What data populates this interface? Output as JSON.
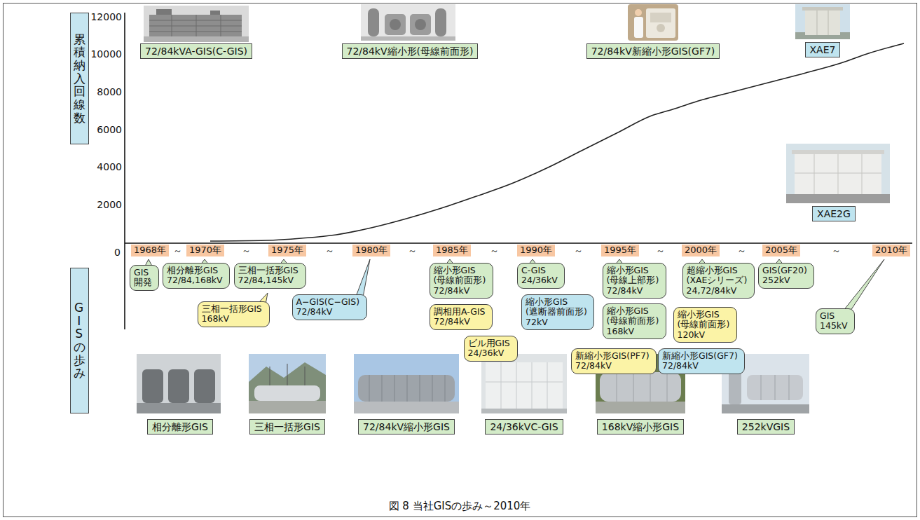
{
  "diagram": {
    "caption": "図 8 当社GISの歩み～2010年",
    "nodes": [
      {
        "text": [
          "累積納入回線数"
        ]
      },
      {
        "text": [
          "72/84kVA-GIS(C-GIS)"
        ]
      },
      {
        "text": [
          "72/84kV縮小形(母線前面形)"
        ]
      },
      {
        "text": [
          "72/84kV新縮小形GIS(GF7)"
        ]
      },
      {
        "text": [
          "XAE7"
        ]
      },
      {
        "text": [
          "XAE2G"
        ]
      },
      {
        "text": [
          "1968年"
        ]
      },
      {
        "text": [
          "1970年"
        ]
      },
      {
        "text": [
          "1975年"
        ]
      },
      {
        "text": [
          "1980年"
        ]
      },
      {
        "text": [
          "1985年"
        ]
      },
      {
        "text": [
          "1990年"
        ]
      },
      {
        "text": [
          "1995年"
        ]
      },
      {
        "text": [
          "2000年"
        ]
      },
      {
        "text": [
          "2005年"
        ]
      },
      {
        "text": [
          "2010年"
        ]
      },
      {
        "text": [
          "GISの歩み"
        ]
      },
      {
        "text": [
          "GIS 開発"
        ]
      },
      {
        "text": [
          "相分離形GIS 72/84,168kV"
        ]
      },
      {
        "text": [
          "三相一括形GIS 72/84,145kV"
        ]
      },
      {
        "text": [
          "三相一括形GIS 168kV"
        ]
      },
      {
        "text": [
          "A−GIS(C−GIS) 72/84kV"
        ]
      },
      {
        "text": [
          "縮小形GIS (母線前面形) 72/84kV"
        ]
      },
      {
        "text": [
          "調相用A-GIS 72/84kV"
        ]
      },
      {
        "text": [
          "ビル用GIS 24/36kV"
        ]
      },
      {
        "text": [
          "C-GIS 24/36kV"
        ]
      },
      {
        "text": [
          "縮小形GIS (遮断器前面形) 72kV"
        ]
      },
      {
        "text": [
          "縮小形GIS (母線上部形) 72/84kV"
        ]
      },
      {
        "text": [
          "縮小形GIS (母線前面形) 168kV"
        ]
      },
      {
        "text": [
          "新縮小形GIS(PF7) 72/84kV"
        ]
      },
      {
        "text": [
          "超縮小形GIS (XAEシリーズ) 24,72/84kV"
        ]
      },
      {
        "text": [
          "縮小形GIS (母線前面形) 120kV"
        ]
      },
      {
        "text": [
          "新縮小形GIS(GF7) 72/84kV"
        ]
      },
      {
        "text": [
          "GIS(GF20) 252kV"
        ]
      },
      {
        "text": [
          "GIS 145kV"
        ]
      },
      {
        "text": [
          "相分離形GIS"
        ]
      },
      {
        "text": [
          "三相一括形GIS"
        ]
      },
      {
        "text": [
          "72/84kV縮小形GIS"
        ]
      },
      {
        "text": [
          "24/36kVC-GIS"
        ]
      },
      {
        "text": [
          "168kV縮小形GIS"
        ]
      },
      {
        "text": [
          "252kVGIS"
        ]
      }
    ],
    "labels": [
      "12000",
      "10000",
      "8000",
      "6000",
      "4000",
      "2000",
      "0",
      "～",
      "～",
      "～",
      "～",
      "～",
      "～",
      "～",
      "～",
      "～"
    ]
  }
}
